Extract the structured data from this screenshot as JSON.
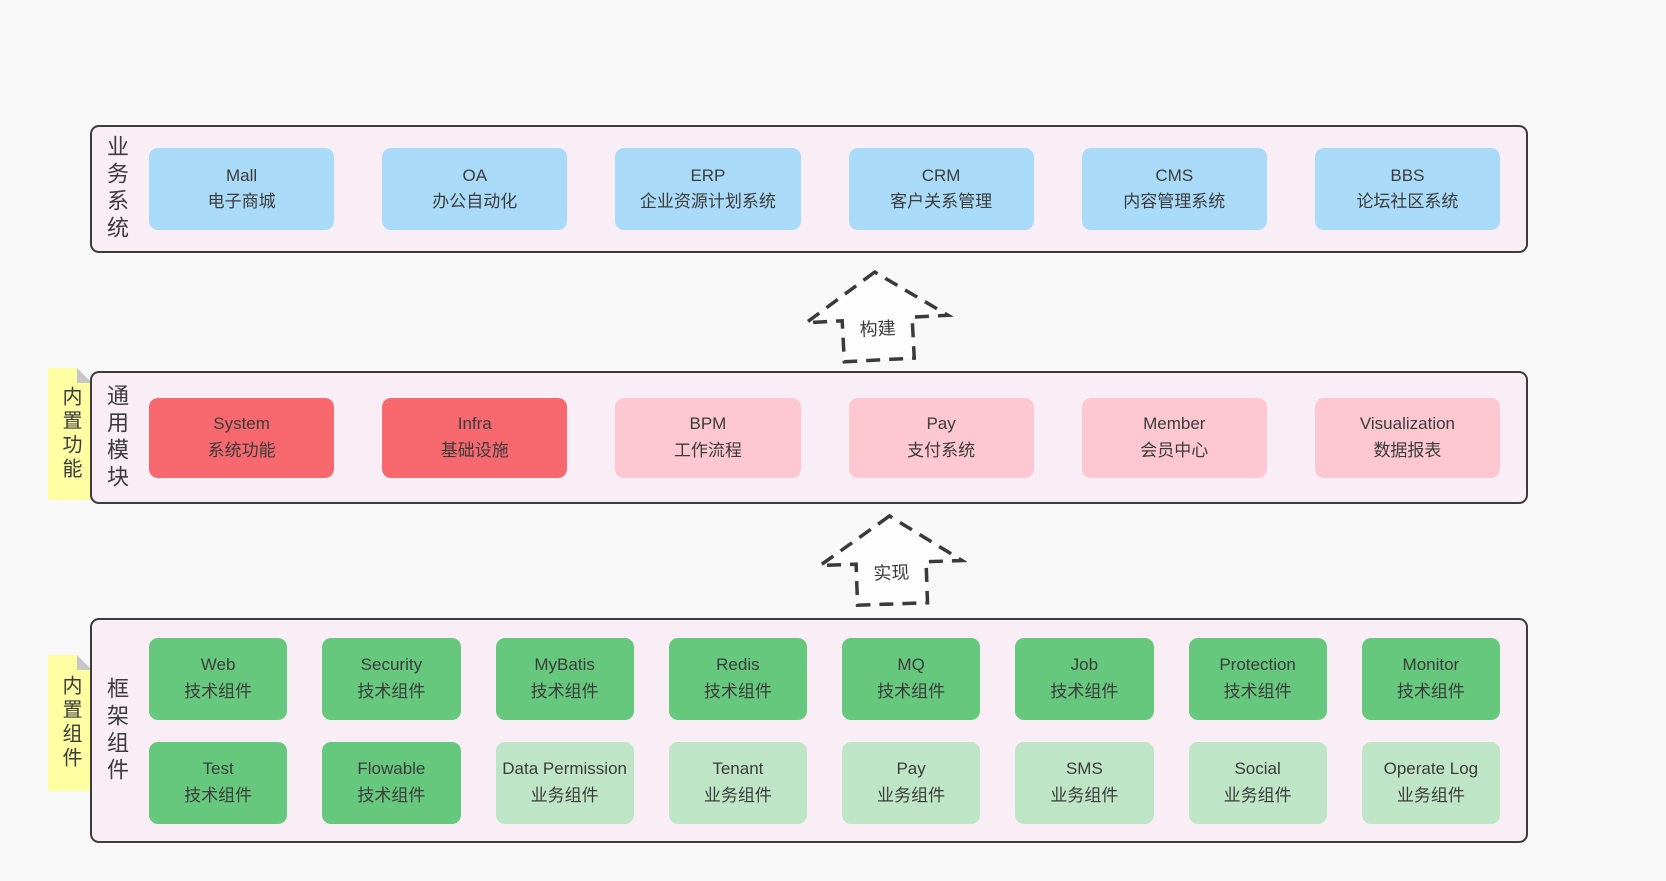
{
  "sections": [
    {
      "label": "业务系统",
      "boxes": [
        {
          "title": "Mall",
          "subtitle": "电子商城"
        },
        {
          "title": "OA",
          "subtitle": "办公自动化"
        },
        {
          "title": "ERP",
          "subtitle": "企业资源计划系统"
        },
        {
          "title": "CRM",
          "subtitle": "客户关系管理"
        },
        {
          "title": "CMS",
          "subtitle": "内容管理系统"
        },
        {
          "title": "BBS",
          "subtitle": "论坛社区系统"
        }
      ]
    },
    {
      "label": "通用模块",
      "tag": "内置功能",
      "boxes": [
        {
          "title": "System",
          "subtitle": "系统功能"
        },
        {
          "title": "Infra",
          "subtitle": "基础设施"
        },
        {
          "title": "BPM",
          "subtitle": "工作流程"
        },
        {
          "title": "Pay",
          "subtitle": "支付系统"
        },
        {
          "title": "Member",
          "subtitle": "会员中心"
        },
        {
          "title": "Visualization",
          "subtitle": "数据报表"
        }
      ]
    },
    {
      "label": "框架组件",
      "tag": "内置组件",
      "rows": [
        [
          {
            "title": "Web",
            "subtitle": "技术组件"
          },
          {
            "title": "Security",
            "subtitle": "技术组件"
          },
          {
            "title": "MyBatis",
            "subtitle": "技术组件"
          },
          {
            "title": "Redis",
            "subtitle": "技术组件"
          },
          {
            "title": "MQ",
            "subtitle": "技术组件"
          },
          {
            "title": "Job",
            "subtitle": "技术组件"
          },
          {
            "title": "Protection",
            "subtitle": "技术组件"
          },
          {
            "title": "Monitor",
            "subtitle": "技术组件"
          }
        ],
        [
          {
            "title": "Test",
            "subtitle": "技术组件"
          },
          {
            "title": "Flowable",
            "subtitle": "技术组件"
          },
          {
            "title": "Data Permission",
            "subtitle": "业务组件"
          },
          {
            "title": "Tenant",
            "subtitle": "业务组件"
          },
          {
            "title": "Pay",
            "subtitle": "业务组件"
          },
          {
            "title": "SMS",
            "subtitle": "业务组件"
          },
          {
            "title": "Social",
            "subtitle": "业务组件"
          },
          {
            "title": "Operate Log",
            "subtitle": "业务组件"
          }
        ]
      ]
    }
  ],
  "arrows": [
    {
      "label": "构建"
    },
    {
      "label": "实现"
    }
  ],
  "colors": {
    "page_bg": "#f8f8f8",
    "panel_bg": "#f9edf6",
    "panel_border": "#3c3c3c",
    "blue": "#a9daf8",
    "red": "#f7696f",
    "pink": "#fec8d2",
    "green": "#66c87d",
    "light_green": "#bee6c6",
    "sticky_yellow": "#feffa3",
    "sticky_fold": "#c6c6c6",
    "text": "#3b3b3b"
  }
}
